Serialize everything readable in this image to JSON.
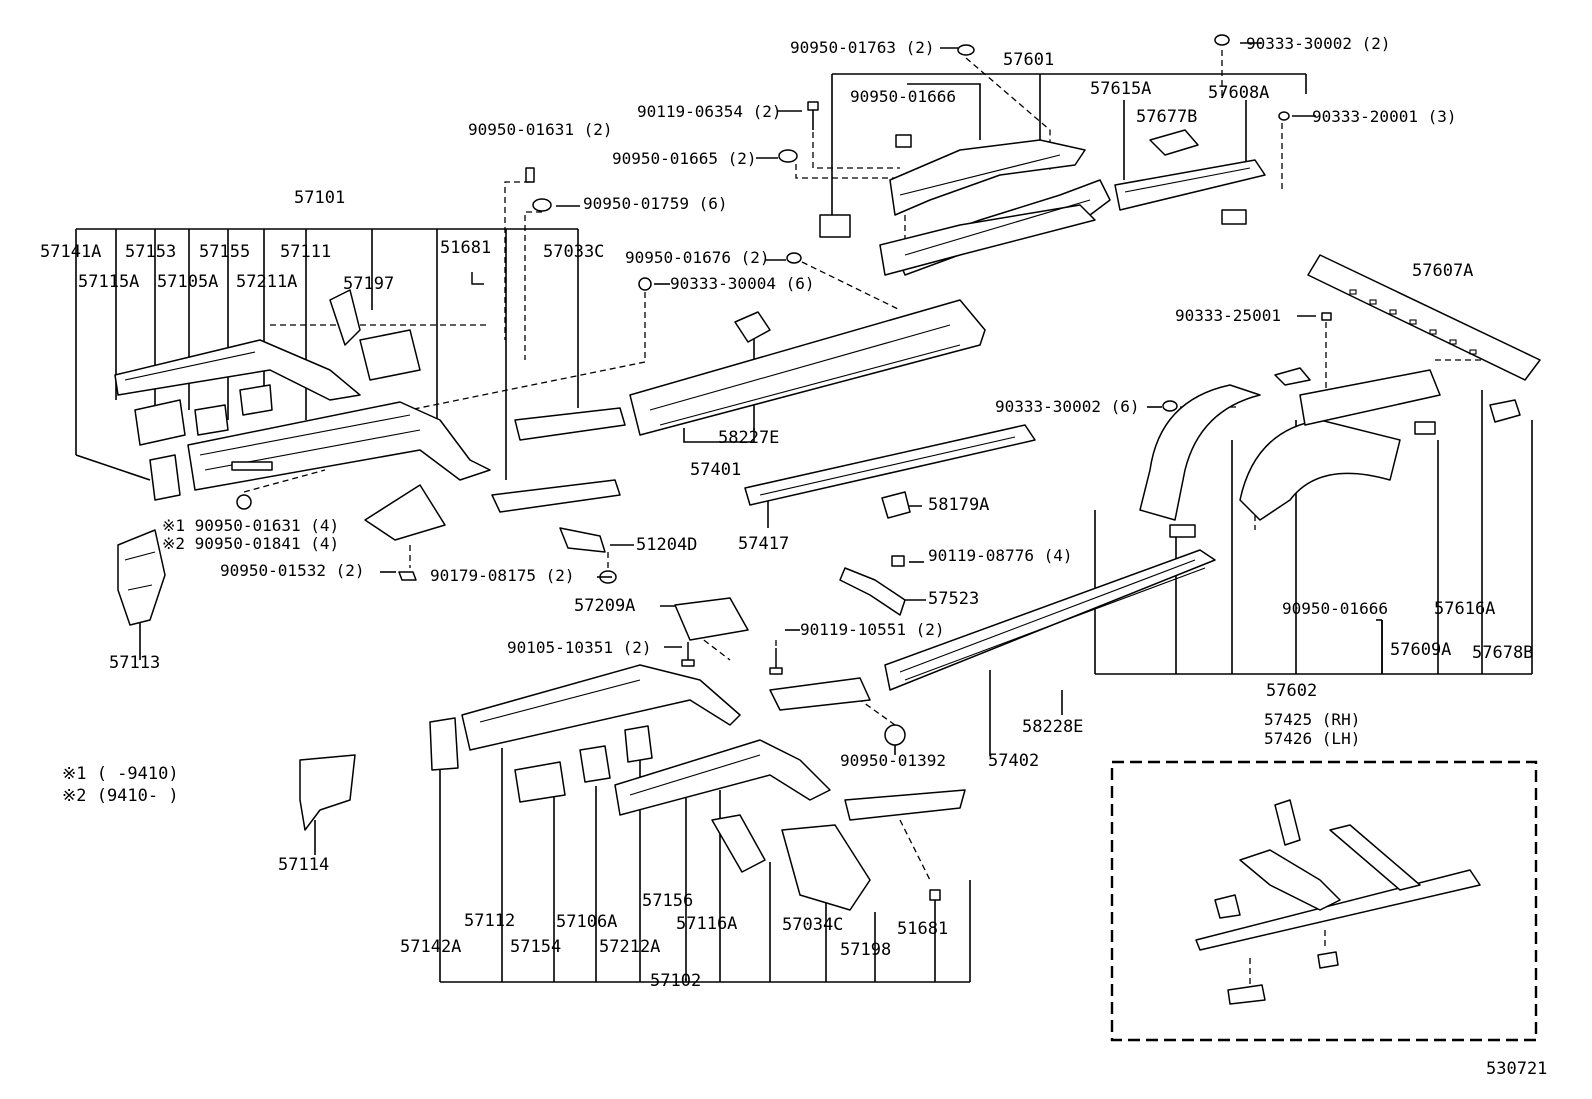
{
  "labels": {
    "p_90950_01763": "90950-01763 (2)",
    "p_57601": "57601",
    "p_90333_30002_top": "90333-30002 (2)",
    "p_90950_01666_top": "90950-01666",
    "p_57615A": "57615A",
    "p_57608A": "57608A",
    "p_90119_06354": "90119-06354 (2)",
    "p_57677B": "57677B",
    "p_90333_20001": "90333-20001 (3)",
    "p_90950_01631_top": "90950-01631 (2)",
    "p_90950_01665": "90950-01665 (2)",
    "p_57101": "57101",
    "p_90950_01759": "90950-01759 (6)",
    "p_57141A": "57141A",
    "p_57153": "57153",
    "p_57155": "57155",
    "p_57111": "57111",
    "p_51681_top": "51681",
    "p_57033C": "57033C",
    "p_90950_01676": "90950-01676 (2)",
    "p_57115A": "57115A",
    "p_57105A": "57105A",
    "p_57211A": "57211A",
    "p_57197": "57197",
    "p_90333_30004": "90333-30004 (6)",
    "p_57607A": "57607A",
    "p_90333_25001": "90333-25001",
    "p_90333_30002_mid": "90333-30002 (6)",
    "p_58227E": "58227E",
    "p_57401": "57401",
    "p_note1_code": "※1 90950-01631 (4)",
    "p_note2_code": "※2 90950-01841 (4)",
    "p_58179A": "58179A",
    "p_51204D": "51204D",
    "p_57417": "57417",
    "p_90950_01532": "90950-01532 (2)",
    "p_90179_08175": "90179-08175 (2)",
    "p_90119_08776": "90119-08776 (4)",
    "p_57523": "57523",
    "p_57209A": "57209A",
    "p_90119_10551": "90119-10551 (2)",
    "p_90950_01666_right": "90950-01666",
    "p_57616A": "57616A",
    "p_90105_10351": "90105-10351 (2)",
    "p_57113": "57113",
    "p_57609A": "57609A",
    "p_57678B": "57678B",
    "p_57602": "57602",
    "p_58228E": "58228E",
    "p_57425": "57425 (RH)",
    "p_57426": "57426 (LH)",
    "p_90950_01392": "90950-01392",
    "p_57402": "57402",
    "p_57114": "57114",
    "p_57112": "57112",
    "p_57106A": "57106A",
    "p_57156": "57156",
    "p_57116A": "57116A",
    "p_57034C": "57034C",
    "p_51681_bottom": "51681",
    "p_57142A": "57142A",
    "p_57154": "57154",
    "p_57212A": "57212A",
    "p_57198": "57198",
    "p_57102": "57102",
    "diagram_id": "530721"
  },
  "notes": {
    "note1": "※1 (      -9410)",
    "note2": "※2 (9410-      )"
  }
}
